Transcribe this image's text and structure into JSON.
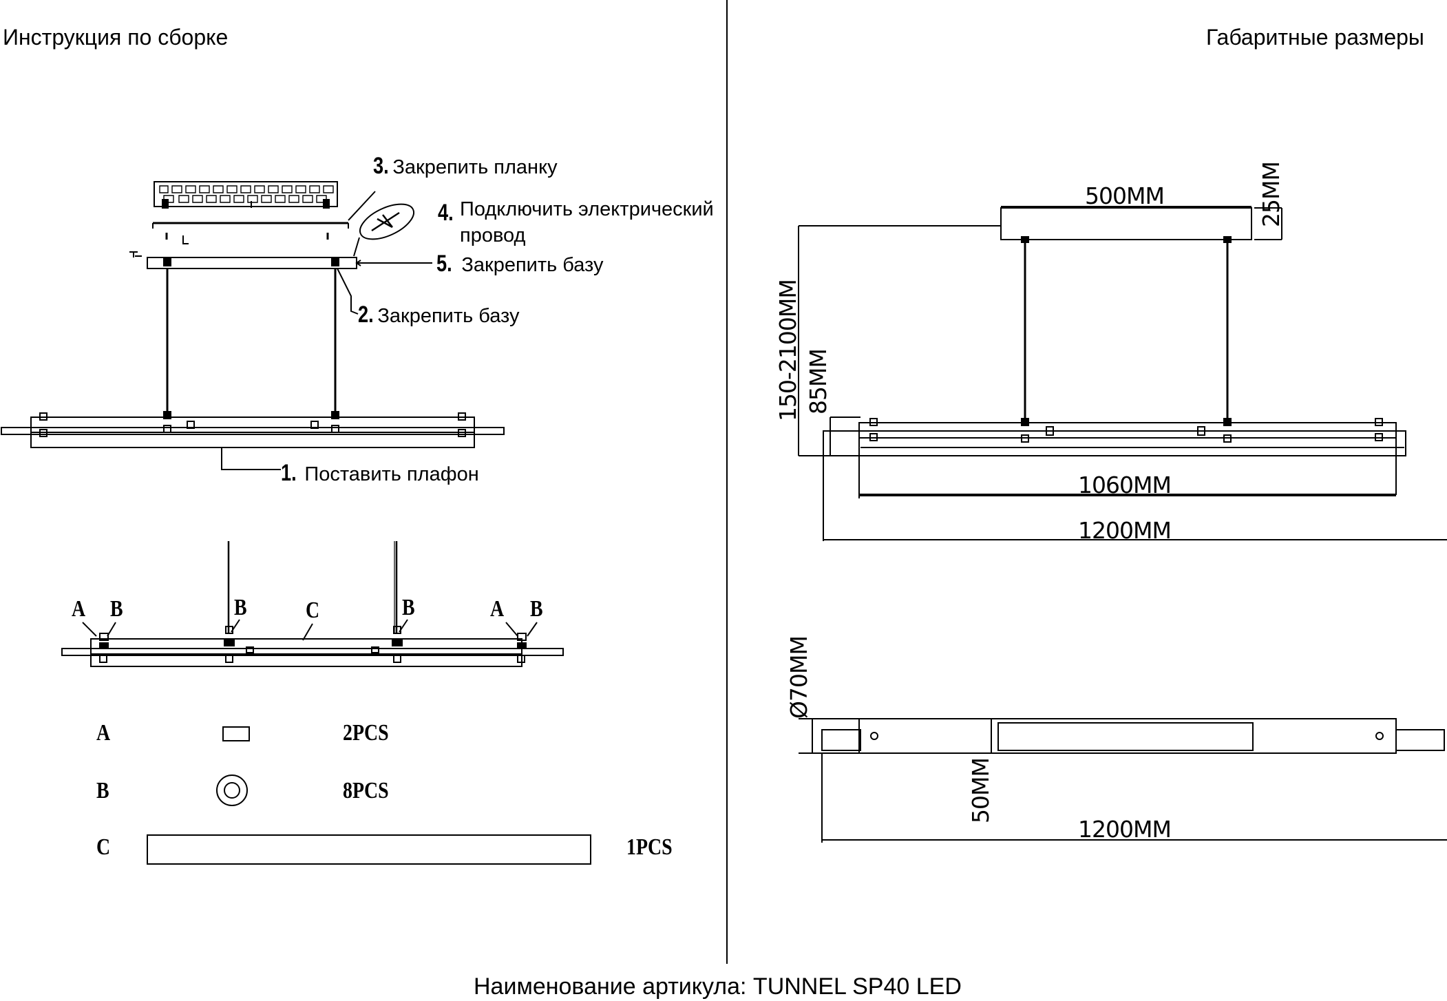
{
  "headers": {
    "left": "Инструкция по сборке",
    "right": "Габаритные размеры"
  },
  "steps": [
    {
      "num": "3.",
      "label": "Закрепить планку"
    },
    {
      "num": "4.",
      "label": "Подключить электрический",
      "label2": "провод"
    },
    {
      "num": "5.",
      "label": "Закрепить базу"
    },
    {
      "num": "2.",
      "label": "Закрепить базу"
    },
    {
      "num": "1.",
      "label": "Поставить плафон"
    }
  ],
  "part_labels": {
    "a": "A",
    "b": "B",
    "c": "C"
  },
  "parts": [
    {
      "letter": "A",
      "qty": "2PCS"
    },
    {
      "letter": "B",
      "qty": "8PCS"
    },
    {
      "letter": "C",
      "qty": "1PCS"
    }
  ],
  "dimensions": {
    "canopy_width": "500MM",
    "canopy_height": "25MM",
    "suspension": "150-2100MM",
    "body_height": "85MM",
    "inner_length": "1060MM",
    "total_length_front": "1200MM",
    "diameter": "Ø70MM",
    "depth": "50MM",
    "total_length_top": "1200MM"
  },
  "footer": "Наименование артикула: TUNNEL SP40 LED"
}
